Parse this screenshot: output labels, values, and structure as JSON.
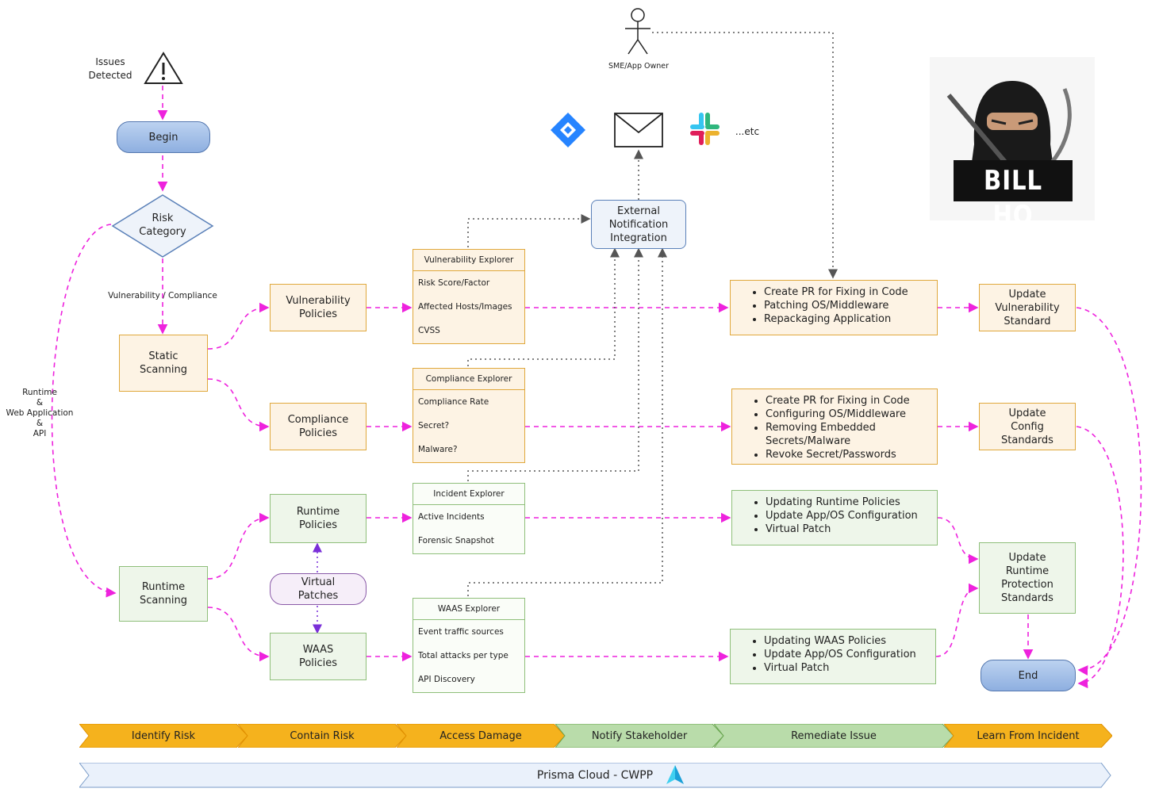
{
  "start": {
    "issues_detected": "Issues\nDetected",
    "begin": "Begin",
    "risk_category": "Risk\nCategory"
  },
  "branch_labels": {
    "vuln_compliance": "Vulnerability / Compliance",
    "runtime": [
      "Runtime",
      "&",
      "Web Application",
      "&",
      "API"
    ]
  },
  "scanning": {
    "static": "Static\nScanning",
    "runtime": "Runtime\nScanning"
  },
  "policies": {
    "vulnerability": "Vulnerability\nPolicies",
    "compliance": "Compliance\nPolicies",
    "runtime": "Runtime\nPolicies",
    "virtual_patches": "Virtual\nPatches",
    "waas": "WAAS\nPolicies"
  },
  "explorers": {
    "vulnerability": {
      "title": "Vulnerability Explorer",
      "rows": [
        "Risk Score/Factor",
        "Affected Hosts/Images",
        "CVSS"
      ]
    },
    "compliance": {
      "title": "Compliance Explorer",
      "rows": [
        "Compliance Rate",
        "Secret?",
        "Malware?"
      ]
    },
    "incident": {
      "title": "Incident Explorer",
      "rows": [
        "Active Incidents",
        "Forensic Snapshot"
      ]
    },
    "waas": {
      "title": "WAAS Explorer",
      "rows": [
        "Event traffic sources",
        "Total attacks per type",
        "API Discovery"
      ]
    }
  },
  "notification": {
    "title": "External\nNotification\nIntegration",
    "owner": "SME/App Owner",
    "etc": "...etc"
  },
  "remediation": {
    "vulnerability": [
      "Create PR for Fixing in Code",
      "Patching OS/Middleware",
      "Repackaging Application"
    ],
    "compliance": [
      "Create PR for Fixing in Code",
      "Configuring OS/Middleware",
      "Removing Embedded Secrets/Malware",
      "Revoke Secret/Passwords"
    ],
    "runtime": [
      "Updating Runtime Policies",
      "Update App/OS Configuration",
      "Virtual Patch"
    ],
    "waas": [
      "Updating WAAS Policies",
      "Update App/OS Configuration",
      "Virtual Patch"
    ]
  },
  "standards": {
    "vulnerability": "Update\nVulnerability\nStandard",
    "config": "Update\nConfig\nStandards",
    "runtime": "Update\nRuntime\nProtection\nStandards",
    "end": "End"
  },
  "logo": {
    "text": "BILL HO"
  },
  "phases": [
    "Identify Risk",
    "Contain Risk",
    "Access Damage",
    "Notify Stakeholder",
    "Remediate Issue",
    "Learn From Incident"
  ],
  "footer": {
    "title": "Prisma Cloud - CWPP"
  },
  "colors": {
    "flow": "#ee22dd",
    "notify": "#555555",
    "virtual": "#7a2fd8",
    "orange": "#f5b21d",
    "green": "#b9dcaa",
    "blue_banner": "#eaf1fb"
  }
}
